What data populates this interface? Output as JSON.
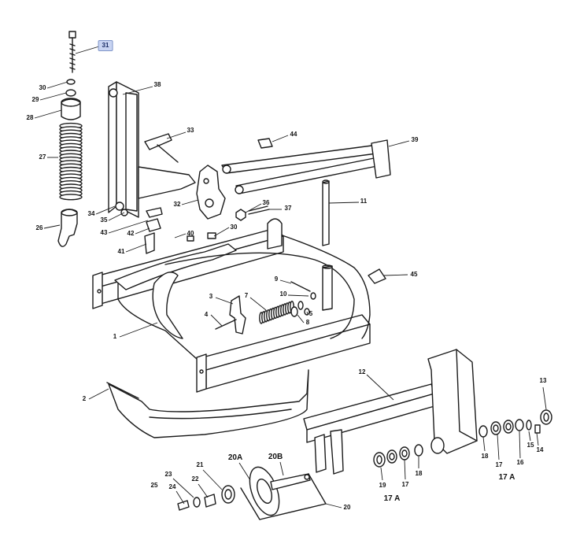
{
  "callouts": [
    {
      "id": "31",
      "label": "31",
      "highlighted": true
    },
    {
      "id": "30a",
      "label": "30"
    },
    {
      "id": "29",
      "label": "29"
    },
    {
      "id": "28",
      "label": "28"
    },
    {
      "id": "27",
      "label": "27"
    },
    {
      "id": "26",
      "label": "26"
    },
    {
      "id": "34",
      "label": "34"
    },
    {
      "id": "35",
      "label": "35"
    },
    {
      "id": "43",
      "label": "43"
    },
    {
      "id": "42",
      "label": "42"
    },
    {
      "id": "41",
      "label": "41"
    },
    {
      "id": "40",
      "label": "40"
    },
    {
      "id": "30b",
      "label": "30"
    },
    {
      "id": "38",
      "label": "38"
    },
    {
      "id": "33",
      "label": "33"
    },
    {
      "id": "32",
      "label": "32"
    },
    {
      "id": "44",
      "label": "44"
    },
    {
      "id": "39",
      "label": "39"
    },
    {
      "id": "36",
      "label": "36"
    },
    {
      "id": "37",
      "label": "37"
    },
    {
      "id": "11",
      "label": "11"
    },
    {
      "id": "45",
      "label": "45"
    },
    {
      "id": "9",
      "label": "9"
    },
    {
      "id": "10",
      "label": "10"
    },
    {
      "id": "5",
      "label": "5"
    },
    {
      "id": "8",
      "label": "8"
    },
    {
      "id": "7",
      "label": "7"
    },
    {
      "id": "3",
      "label": "3"
    },
    {
      "id": "4",
      "label": "4"
    },
    {
      "id": "1",
      "label": "1"
    },
    {
      "id": "2",
      "label": "2"
    },
    {
      "id": "12",
      "label": "12"
    },
    {
      "id": "13",
      "label": "13"
    },
    {
      "id": "14",
      "label": "14"
    },
    {
      "id": "15",
      "label": "15"
    },
    {
      "id": "16",
      "label": "16"
    },
    {
      "id": "17a",
      "label": "17"
    },
    {
      "id": "17A_r",
      "label": "17 A"
    },
    {
      "id": "18a",
      "label": "18"
    },
    {
      "id": "19",
      "label": "19"
    },
    {
      "id": "17A_l",
      "label": "17 A"
    },
    {
      "id": "17b",
      "label": "17"
    },
    {
      "id": "18b",
      "label": "18"
    },
    {
      "id": "20A",
      "label": "20A"
    },
    {
      "id": "20B",
      "label": "20B"
    },
    {
      "id": "20",
      "label": "20"
    },
    {
      "id": "21",
      "label": "21"
    },
    {
      "id": "22",
      "label": "22"
    },
    {
      "id": "23",
      "label": "23"
    },
    {
      "id": "24",
      "label": "24"
    },
    {
      "id": "25",
      "label": "25"
    }
  ]
}
